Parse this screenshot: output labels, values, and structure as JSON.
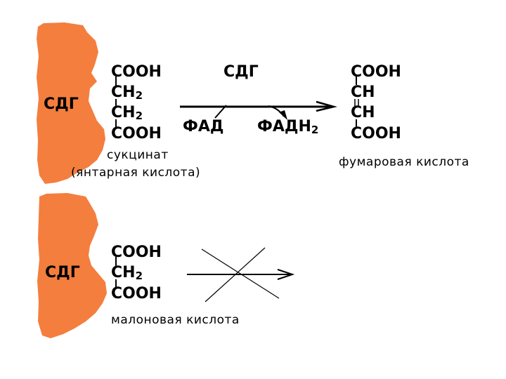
{
  "colors": {
    "enzyme_blob": "#F47E3E",
    "ink": "#000000",
    "background": "#FFFFFF"
  },
  "top": {
    "enzyme": "СДГ",
    "succinate_formula": [
      {
        "main": "COOH",
        "sub": ""
      },
      {
        "main": "CH",
        "sub": "2"
      },
      {
        "main": "CH",
        "sub": "2"
      },
      {
        "main": "COOH",
        "sub": ""
      }
    ],
    "succinate_name": "сукцинат",
    "succinate_alt_name": "(янтарная кислота)",
    "arrow_enzyme": "СДГ",
    "cofactor_in": {
      "main": "ФАД",
      "sub": ""
    },
    "cofactor_out": {
      "main": "ФАДН",
      "sub": "2"
    },
    "fumarate_formula": [
      "COOH",
      "CH",
      "CH",
      "COOH"
    ],
    "fumarate_name": "фумаровая кислота"
  },
  "bottom": {
    "enzyme": "СДГ",
    "malonate_formula": [
      {
        "main": "COOH",
        "sub": ""
      },
      {
        "main": "CH",
        "sub": "2"
      },
      {
        "main": "COOH",
        "sub": ""
      }
    ],
    "malonate_name": "малоновая кислота"
  }
}
